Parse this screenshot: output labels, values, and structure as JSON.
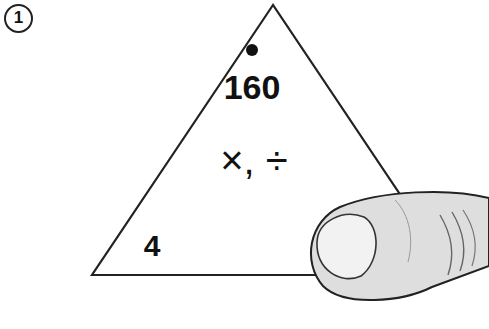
{
  "diagram": {
    "nodes": [
      {
        "text": [
          "1"
        ]
      },
      {
        "text": [
          "160",
          "×, ÷",
          "4"
        ]
      }
    ]
  }
}
